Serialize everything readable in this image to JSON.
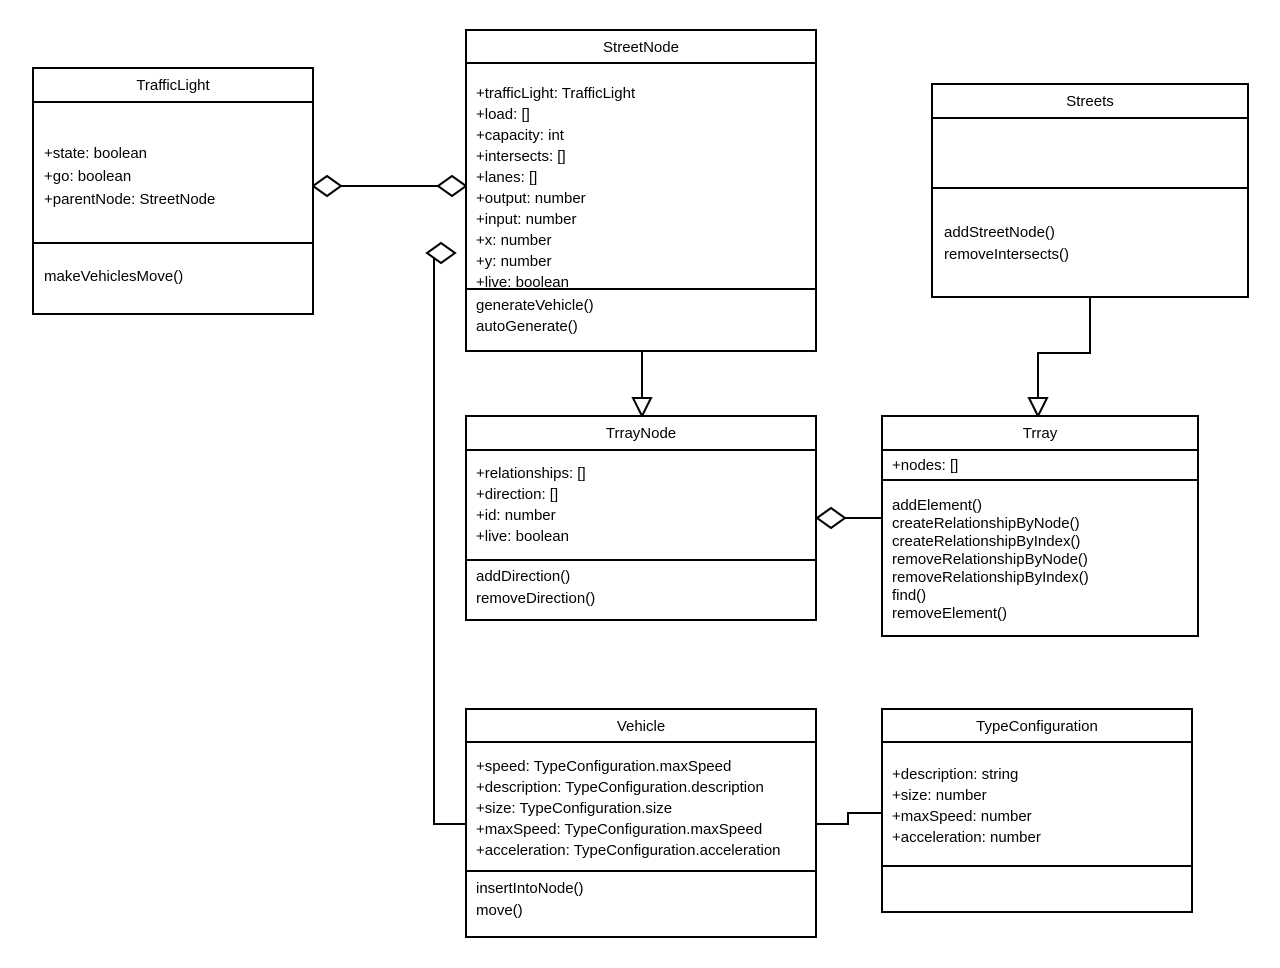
{
  "diagram": {
    "kind": "uml-class-diagram",
    "background_color": "#ffffff",
    "line_color": "#000000",
    "text_color": "#000000"
  },
  "classes": {
    "traffic_light": {
      "name": "TrafficLight",
      "attributes": [
        "+state: boolean",
        "+go: boolean",
        "+parentNode: StreetNode"
      ],
      "methods": [
        "makeVehiclesMove()"
      ]
    },
    "street_node": {
      "name": "StreetNode",
      "attributes": [
        "+trafficLight: TrafficLight",
        "+load: []",
        "+capacity: int",
        "+intersects: []",
        "+lanes: []",
        "+output: number",
        "+input: number",
        "+x: number",
        "+y: number",
        "+live: boolean"
      ],
      "methods": [
        "generateVehicle()",
        "autoGenerate()"
      ]
    },
    "streets": {
      "name": "Streets",
      "attributes": [],
      "methods": [
        "addStreetNode()",
        "removeIntersects()"
      ]
    },
    "trray_node": {
      "name": "TrrayNode",
      "attributes": [
        "+relationships: []",
        "+direction: []",
        "+id: number",
        "+live: boolean"
      ],
      "methods": [
        "addDirection()",
        "removeDirection()"
      ]
    },
    "trray": {
      "name": "Trray",
      "attributes": [
        "+nodes: []"
      ],
      "methods": [
        "addElement()",
        "createRelationshipByNode()",
        "createRelationshipByIndex()",
        "removeRelationshipByNode()",
        "removeRelationshipByIndex()",
        "find()",
        "removeElement()"
      ]
    },
    "vehicle": {
      "name": "Vehicle",
      "attributes": [
        "+speed: TypeConfiguration.maxSpeed",
        "+description: TypeConfiguration.description",
        "+size: TypeConfiguration.size",
        "+maxSpeed: TypeConfiguration.maxSpeed",
        "+acceleration: TypeConfiguration.acceleration"
      ],
      "methods": [
        "insertIntoNode()",
        "move()"
      ]
    },
    "type_configuration": {
      "name": "TypeConfiguration",
      "attributes": [
        "+description: string",
        "+size: number",
        "+maxSpeed: number",
        "+acceleration: number"
      ],
      "methods": []
    }
  },
  "relationships": [
    {
      "id": "trafficlight-streetnode",
      "from": "TrafficLight",
      "to": "StreetNode",
      "type": "aggregation",
      "marker_from": "hollow-diamond",
      "marker_to": "hollow-diamond"
    },
    {
      "id": "streetnode-trraynode",
      "from": "StreetNode",
      "to": "TrrayNode",
      "type": "generalization",
      "marker_to": "hollow-triangle"
    },
    {
      "id": "streets-trray",
      "from": "Streets",
      "to": "Trray",
      "type": "generalization",
      "marker_to": "hollow-triangle"
    },
    {
      "id": "trraynode-trray",
      "from": "TrrayNode",
      "to": "Trray",
      "type": "aggregation",
      "marker_from": "hollow-diamond"
    },
    {
      "id": "streetnode-vehicle",
      "from": "StreetNode",
      "to": "Vehicle",
      "type": "aggregation",
      "marker_from": "hollow-diamond"
    },
    {
      "id": "vehicle-typeconfiguration",
      "from": "Vehicle",
      "to": "TypeConfiguration",
      "type": "association",
      "marker_to": "none"
    }
  ]
}
